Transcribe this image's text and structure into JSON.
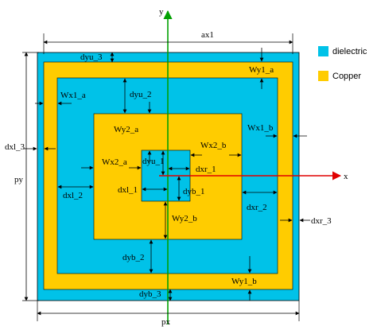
{
  "axes": {
    "y": "y",
    "x": "x"
  },
  "dimensions": {
    "ax1": "ax1",
    "px": "px",
    "py": "py",
    "dyu_3": "dyu_3",
    "dyb_3": "dyb_3",
    "dxl_3": "dxl_3",
    "dxr_3": "dxr_3",
    "wy1_a": "Wy1_a",
    "wy1_b": "Wy1_b",
    "wx1_a": "Wx1_a",
    "wx1_b": "Wx1_b",
    "dyu_2": "dyu_2",
    "dyb_2": "dyb_2",
    "dxl_2": "dxl_2",
    "dxr_2": "dxr_2",
    "wy2_a": "Wy2_a",
    "wy2_b": "Wy2_b",
    "wx2_a": "Wx2_a",
    "wx2_b": "Wx2_b",
    "dyu_1": "dyu_1",
    "dyb_1": "dyb_1",
    "dxl_1": "dxl_1",
    "dxr_1": "dxr_1"
  },
  "legend": [
    {
      "label": "dielectric",
      "color": "#00c2e8"
    },
    {
      "label": "Copper",
      "color": "#ffcc00"
    }
  ],
  "colors": {
    "dielectric": "#00c2e8",
    "copper": "#ffcc00",
    "y_axis": "#00a000",
    "x_axis": "#e00000",
    "outline": "#000000"
  }
}
